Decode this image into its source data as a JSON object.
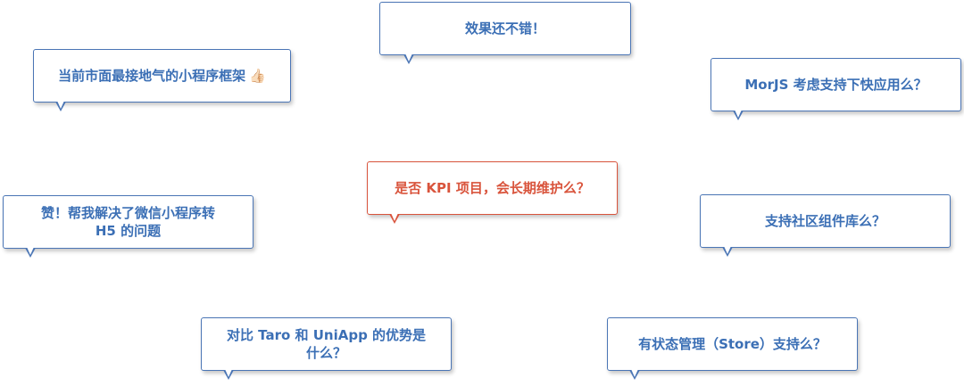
{
  "bubbles": {
    "b1": {
      "text": "效果还不错！"
    },
    "b2": {
      "text": "当前市面最接地气的小程序框架",
      "emoji": "👍🏻"
    },
    "b3": {
      "text": "MorJS 考虑支持下快应用么？"
    },
    "b4": {
      "text": "是否 KPI 项目，会长期维护么？"
    },
    "b5": {
      "line1": "赞！帮我解决了微信小程序转",
      "line2": "H5 的问题"
    },
    "b6": {
      "text": "支持社区组件库么？"
    },
    "b7": {
      "line1": "对比 Taro 和 UniApp 的优势是",
      "line2": "什么？"
    },
    "b8": {
      "text": "有状态管理（Store）支持么？"
    }
  },
  "colors": {
    "blue": "#3b6fb5",
    "blue_border": "#4a75b5",
    "red": "#d9543c"
  }
}
